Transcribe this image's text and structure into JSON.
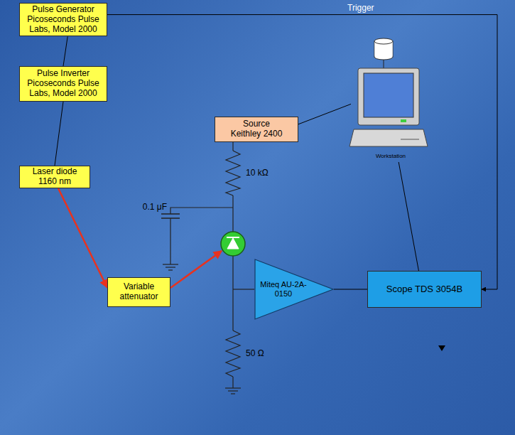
{
  "diagram": {
    "nodes": [
      {
        "text": [
          "Pulse Generator Picoseconds Pulse Labs, Model 2000"
        ]
      },
      {
        "text": [
          "Pulse Inverter Picoseconds Pulse Labs, Model 2000"
        ]
      },
      {
        "text": [
          "Source Keithley 2400"
        ]
      },
      {
        "text": [
          "Workstation"
        ]
      },
      {
        "text": [
          "Laser diode 1160 nm"
        ]
      },
      {
        "text": [
          "Variable attenuator"
        ]
      },
      {
        "text": [
          "Miteq AU-2A-0150"
        ]
      },
      {
        "text": [
          "Scope TDS 3054B"
        ]
      }
    ],
    "edges": [
      {
        "from": 0,
        "to": 1,
        "arrow": "none"
      },
      {
        "from": 1,
        "to": 4,
        "arrow": "none"
      },
      {
        "from": 4,
        "to": 5,
        "arrow": "to"
      },
      {
        "from": 2,
        "to": 3,
        "arrow": "none"
      },
      {
        "from": 3,
        "to": 7,
        "arrow": "none"
      },
      {
        "from": 6,
        "to": 7,
        "arrow": "none"
      },
      {
        "from": 0,
        "to": 7,
        "arrow": "to",
        "label": "Trigger"
      }
    ],
    "labels": [
      "10 kΩ",
      "0.1 μF",
      "50 Ω"
    ]
  }
}
